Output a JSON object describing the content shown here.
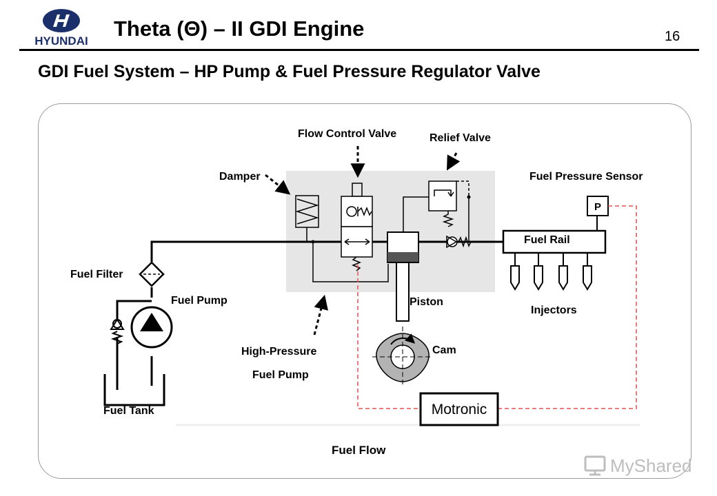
{
  "header": {
    "title": "Theta (Θ) – II GDI Engine",
    "page_number": "16",
    "logo_text": "HYUNDAI"
  },
  "subtitle": "GDI Fuel System – HP Pump & Fuel Pressure Regulator Valve",
  "labels": {
    "flow_control_valve": "Flow Control Valve",
    "relief_valve": "Relief Valve",
    "damper": "Damper",
    "fuel_pressure_sensor": "Fuel Pressure Sensor",
    "fuel_rail": "Fuel Rail",
    "fuel_filter": "Fuel Filter",
    "fuel_pump": "Fuel Pump",
    "piston": "Piston",
    "injectors": "Injectors",
    "high_pressure_line1": "High-Pressure",
    "high_pressure_line2": "Fuel Pump",
    "cam": "Cam",
    "fuel_tank": "Fuel Tank",
    "motronic": "Motronic",
    "sensor_symbol": "P",
    "fuel_flow": "Fuel Flow"
  },
  "watermark": "MyShared",
  "colors": {
    "signal_line": "#e05050",
    "pump_block": "#e6e6e6",
    "cam": "#b3b3b3",
    "piston_band": "#555555"
  }
}
